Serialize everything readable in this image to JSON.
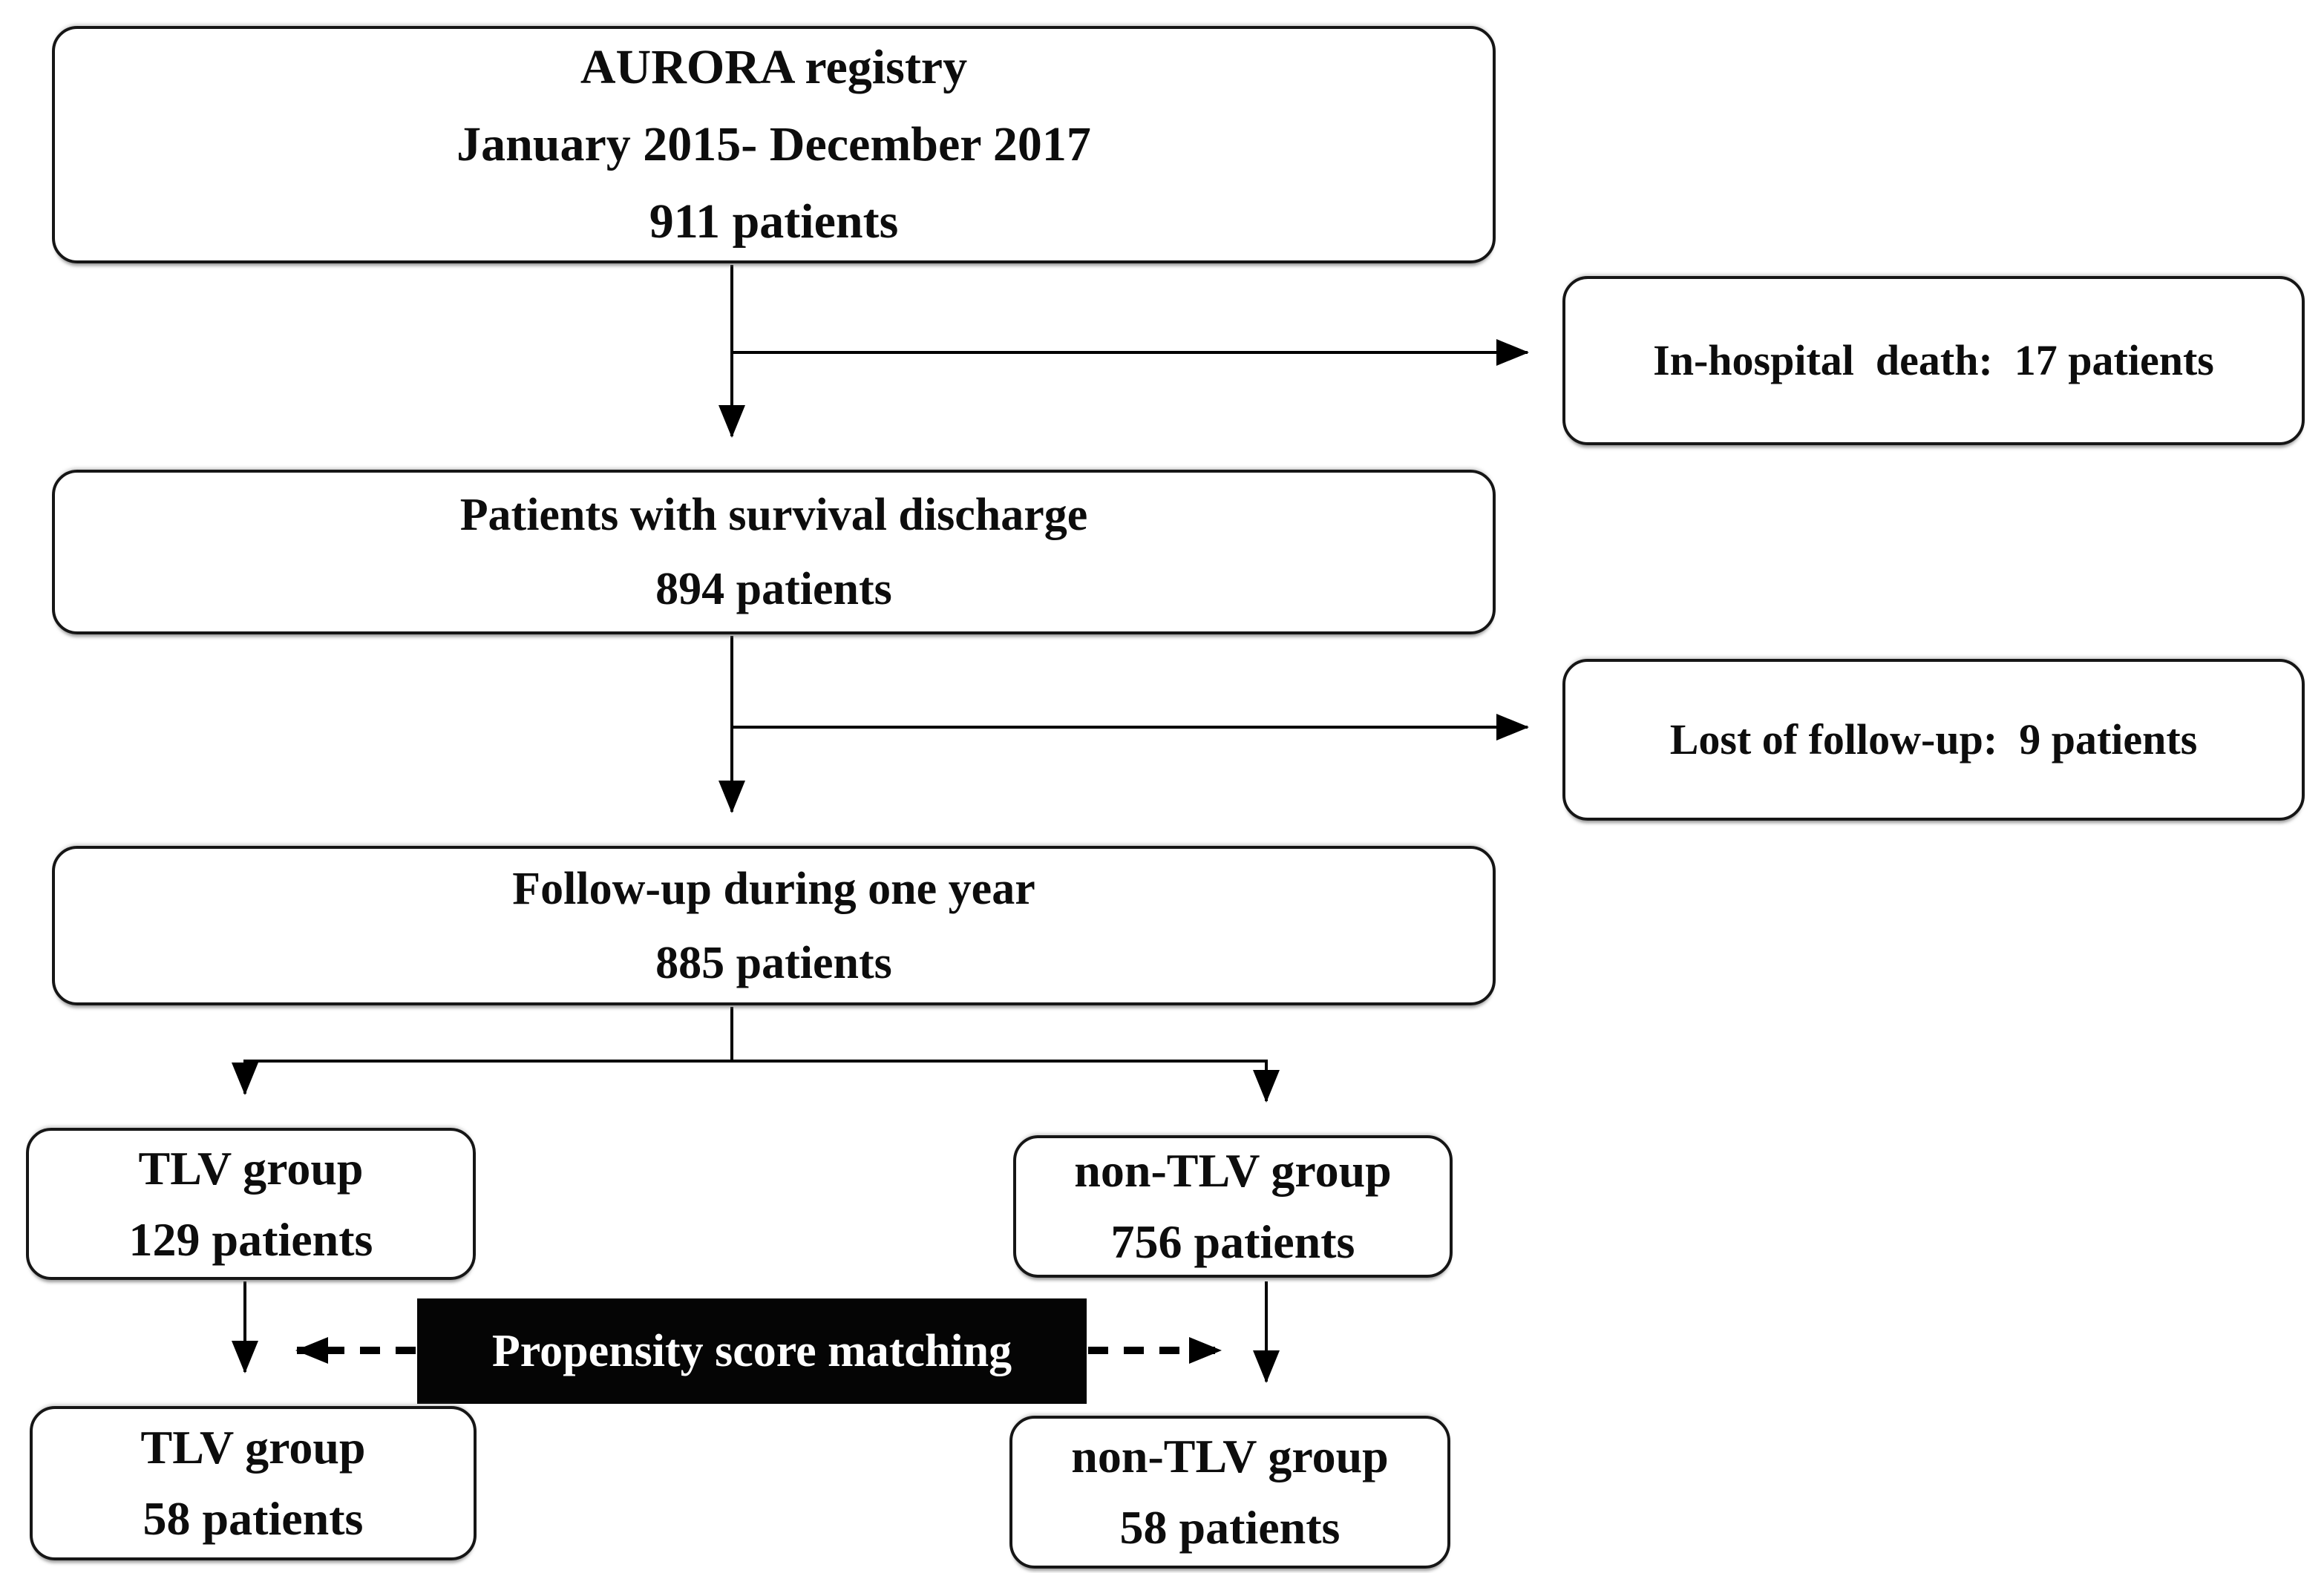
{
  "diagram_type": "patient-flow-chart",
  "boxes": {
    "registry": {
      "lines": [
        "AURORA registry",
        "January 2015- December 2017",
        "911 patients"
      ]
    },
    "in_hospital_death": {
      "label": "In-hospital  death:  17 patients"
    },
    "survival_discharge": {
      "lines": [
        "Patients with survival discharge",
        "894 patients"
      ]
    },
    "lost_follow_up": {
      "label": "Lost of follow-up:  9 patients"
    },
    "follow_up": {
      "lines": [
        "Follow-up during one year",
        "885 patients"
      ]
    },
    "tlv_group": {
      "lines": [
        "TLV group",
        "129 patients"
      ]
    },
    "non_tlv_group": {
      "lines": [
        "non-TLV group",
        "756 patients"
      ]
    },
    "propensity_matching": {
      "label": "Propensity score matching"
    },
    "tlv_group_matched": {
      "lines": [
        "TLV group",
        "58 patients"
      ]
    },
    "non_tlv_group_matched": {
      "lines": [
        "non-TLV group",
        "58 patients"
      ]
    }
  },
  "edges": [
    {
      "from": "registry",
      "to": "survival_discharge",
      "style": "solid-arrow"
    },
    {
      "from": "registry",
      "to": "in_hospital_death",
      "style": "solid-arrow"
    },
    {
      "from": "survival_discharge",
      "to": "follow_up",
      "style": "solid-arrow"
    },
    {
      "from": "survival_discharge",
      "to": "lost_follow_up",
      "style": "solid-arrow"
    },
    {
      "from": "follow_up",
      "to": "tlv_group",
      "style": "solid-arrow"
    },
    {
      "from": "follow_up",
      "to": "non_tlv_group",
      "style": "solid-arrow"
    },
    {
      "from": "tlv_group",
      "to": "tlv_group_matched",
      "style": "solid-arrow"
    },
    {
      "from": "non_tlv_group",
      "to": "non_tlv_group_matched",
      "style": "solid-arrow"
    },
    {
      "from": "propensity_matching",
      "to": "tlv_group_matched",
      "style": "dashed-arrow"
    },
    {
      "from": "propensity_matching",
      "to": "non_tlv_group_matched",
      "style": "dashed-arrow"
    }
  ],
  "colors": {
    "background": "#ffffff",
    "box_fill": "#ffffff",
    "box_border": "#161616",
    "text": "#0d0d0d",
    "connector": "#000000",
    "psm_fill": "#050505",
    "psm_text": "#ffffff"
  }
}
